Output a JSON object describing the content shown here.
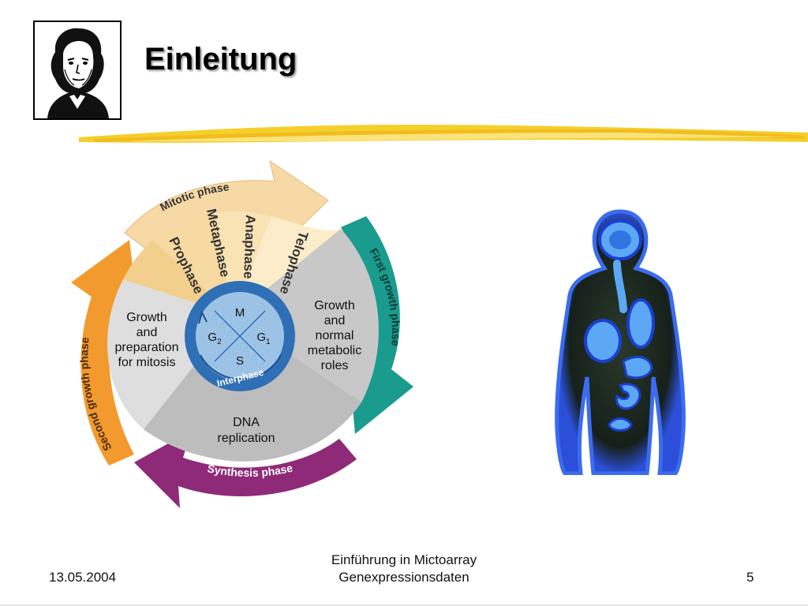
{
  "slide": {
    "title": "Einleitung"
  },
  "cell_cycle": {
    "mitotic_arc": "Mitotic phase",
    "first_growth_arc": "First growth phase",
    "second_growth_arc": "Second growth phase",
    "synthesis_arc": "Synthesis phase",
    "mitosis_stages": [
      "Prophase",
      "Metaphase",
      "Anaphase",
      "Telophase"
    ],
    "g1_region": [
      "Growth",
      "and",
      "normal",
      "metabolic",
      "roles"
    ],
    "g2_region": [
      "Growth",
      "and",
      "preparation",
      "for mitosis"
    ],
    "s_region": [
      "DNA",
      "replication"
    ],
    "inner": {
      "m": "M",
      "g2_base": "G",
      "g2_sub": "2",
      "g1_base": "G",
      "g1_sub": "1",
      "s": "S",
      "interphase": "Interphase"
    },
    "colors": {
      "mitotic": "#f6d9a4",
      "first_growth": "#1a9b8e",
      "second_growth": "#f29a2e",
      "synthesis": "#8e2a78",
      "inner_blue": "#2f6fb5",
      "inner_light": "#9cc3e6"
    }
  },
  "footer": {
    "date": "13.05.2004",
    "title_line1": "Einführung in Mictoarray",
    "title_line2": "Genexpressionsdaten",
    "page": "5"
  },
  "icons": {
    "logo": "goethe-portrait-logo",
    "body": "human-body-organs-illustration"
  },
  "colors": {
    "underline": "#f5cf2a",
    "background": "#ffffff"
  }
}
